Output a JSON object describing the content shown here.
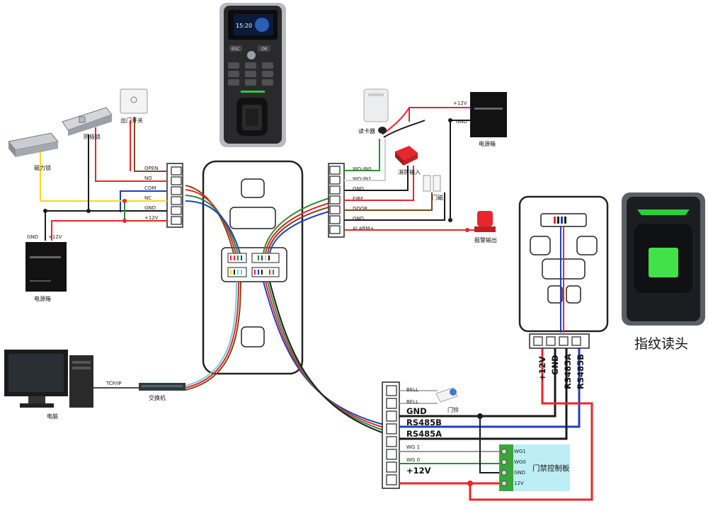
{
  "device": {
    "clock": "15:20",
    "esc_key": "ESC",
    "ok_key": "OK"
  },
  "left_devices": {
    "maglock": "磁力锁",
    "cathode_lock": "阴极锁",
    "exit_button": "出门开关",
    "psu": "电源箱",
    "psu_gnd": "GND",
    "psu_12v": "+12V"
  },
  "left_terminal": [
    "OPEN",
    "NO",
    "COM",
    "NC",
    "GND",
    "+12V"
  ],
  "right_terminal": [
    "WG-IN0",
    "WG-IN1",
    "GND",
    "FIRE",
    "DOOR",
    "GND",
    "ALARM+"
  ],
  "right_devices": {
    "card_reader": "读卡器",
    "fire_input": "消防输入",
    "door_sensor": "门磁",
    "alarm_output": "报警输出",
    "psu": "电源箱",
    "psu_12v": "+12V",
    "psu_gnd": "GND"
  },
  "network": {
    "computer": "电脑",
    "switch": "交换机",
    "link": "TCP/IP"
  },
  "bottom_terminal": [
    "BELL",
    "BELL",
    "GND",
    "RS485B",
    "RS485A",
    "WG 1",
    "WG 0",
    "+12V"
  ],
  "doorbell": "门铃",
  "control_board": {
    "title": "门禁控制板",
    "pins": [
      "WG1",
      "WG0",
      "GND",
      "12V"
    ]
  },
  "reader_pins": [
    "+12V",
    "GND",
    "RS485A",
    "RS485B"
  ],
  "fingerprint_reader": "指纹读头",
  "colors": {
    "red": "#e8262b",
    "black": "#1a1a1a",
    "blue": "#1f3fbf",
    "green": "#2e8b3a",
    "yellow": "#f2dc1a",
    "brown": "#7a4a1c",
    "gray": "#9a9a9a",
    "cyan": "#6fd0e0",
    "board_fill": "#bdeef5"
  }
}
